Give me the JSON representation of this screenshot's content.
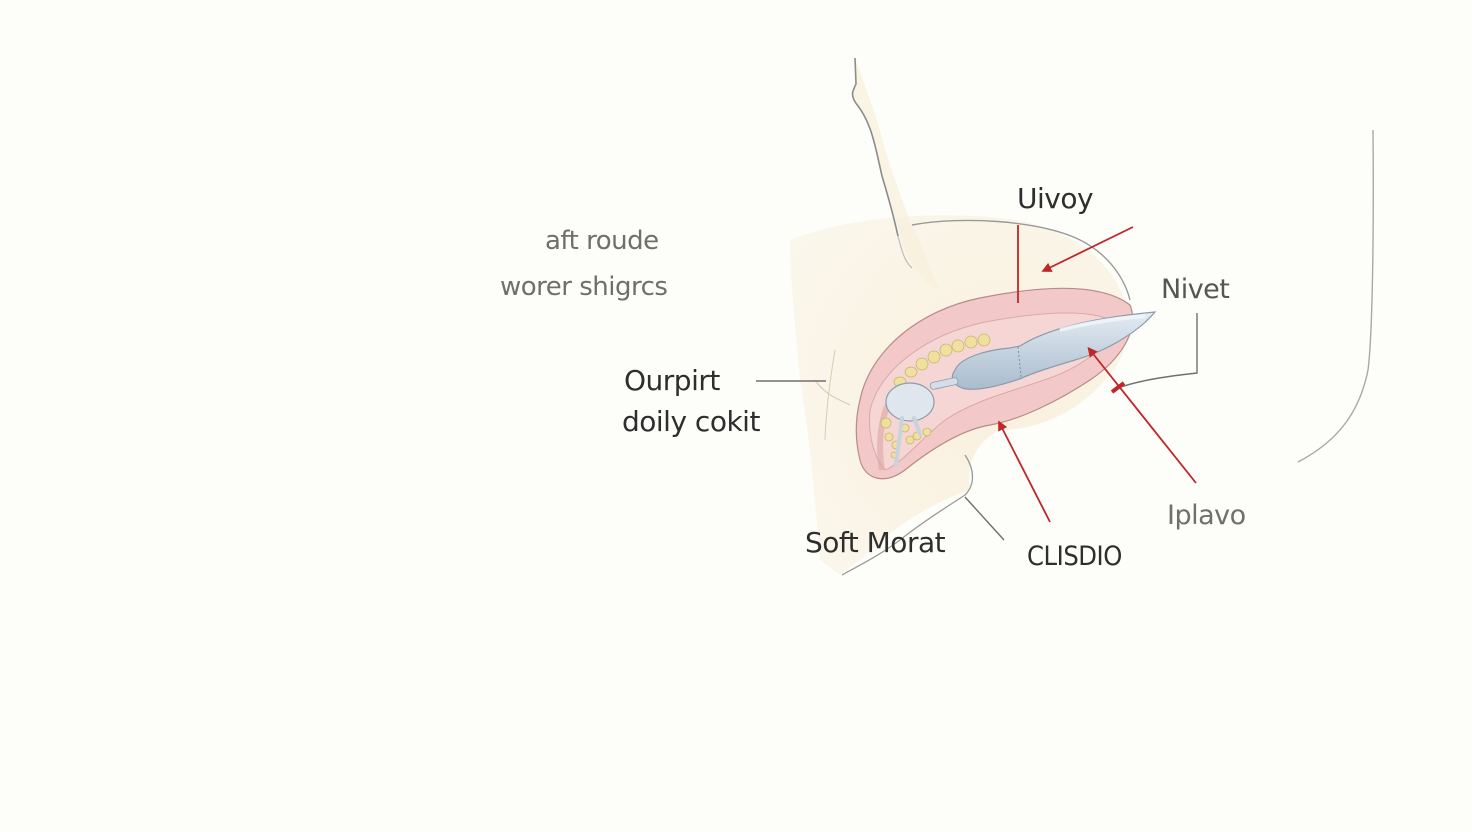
{
  "diagram": {
    "type": "anatomical-illustration",
    "colors": {
      "background": "#fdfdfa",
      "skin": "#f7eedb",
      "tissue_pink": "#f2c9c8",
      "tissue_pink_dark": "#e8a9a8",
      "teeth": "#efe0a0",
      "instrument": "#c9d6e3",
      "outline": "#8a8a8a",
      "arrow": "#c0262a"
    },
    "labels": {
      "aft_roude": "aft roude",
      "worer_shigrcs": "worer shigrcs",
      "ourpirt": "Ourpirt",
      "doily_cokit": "doily cokit",
      "uivoy": "Uivoy",
      "nivet": "Nivet",
      "iplavo": "Iplavo",
      "soft_morat": "Soft Morat",
      "clisdio": "CLISDIO"
    }
  }
}
